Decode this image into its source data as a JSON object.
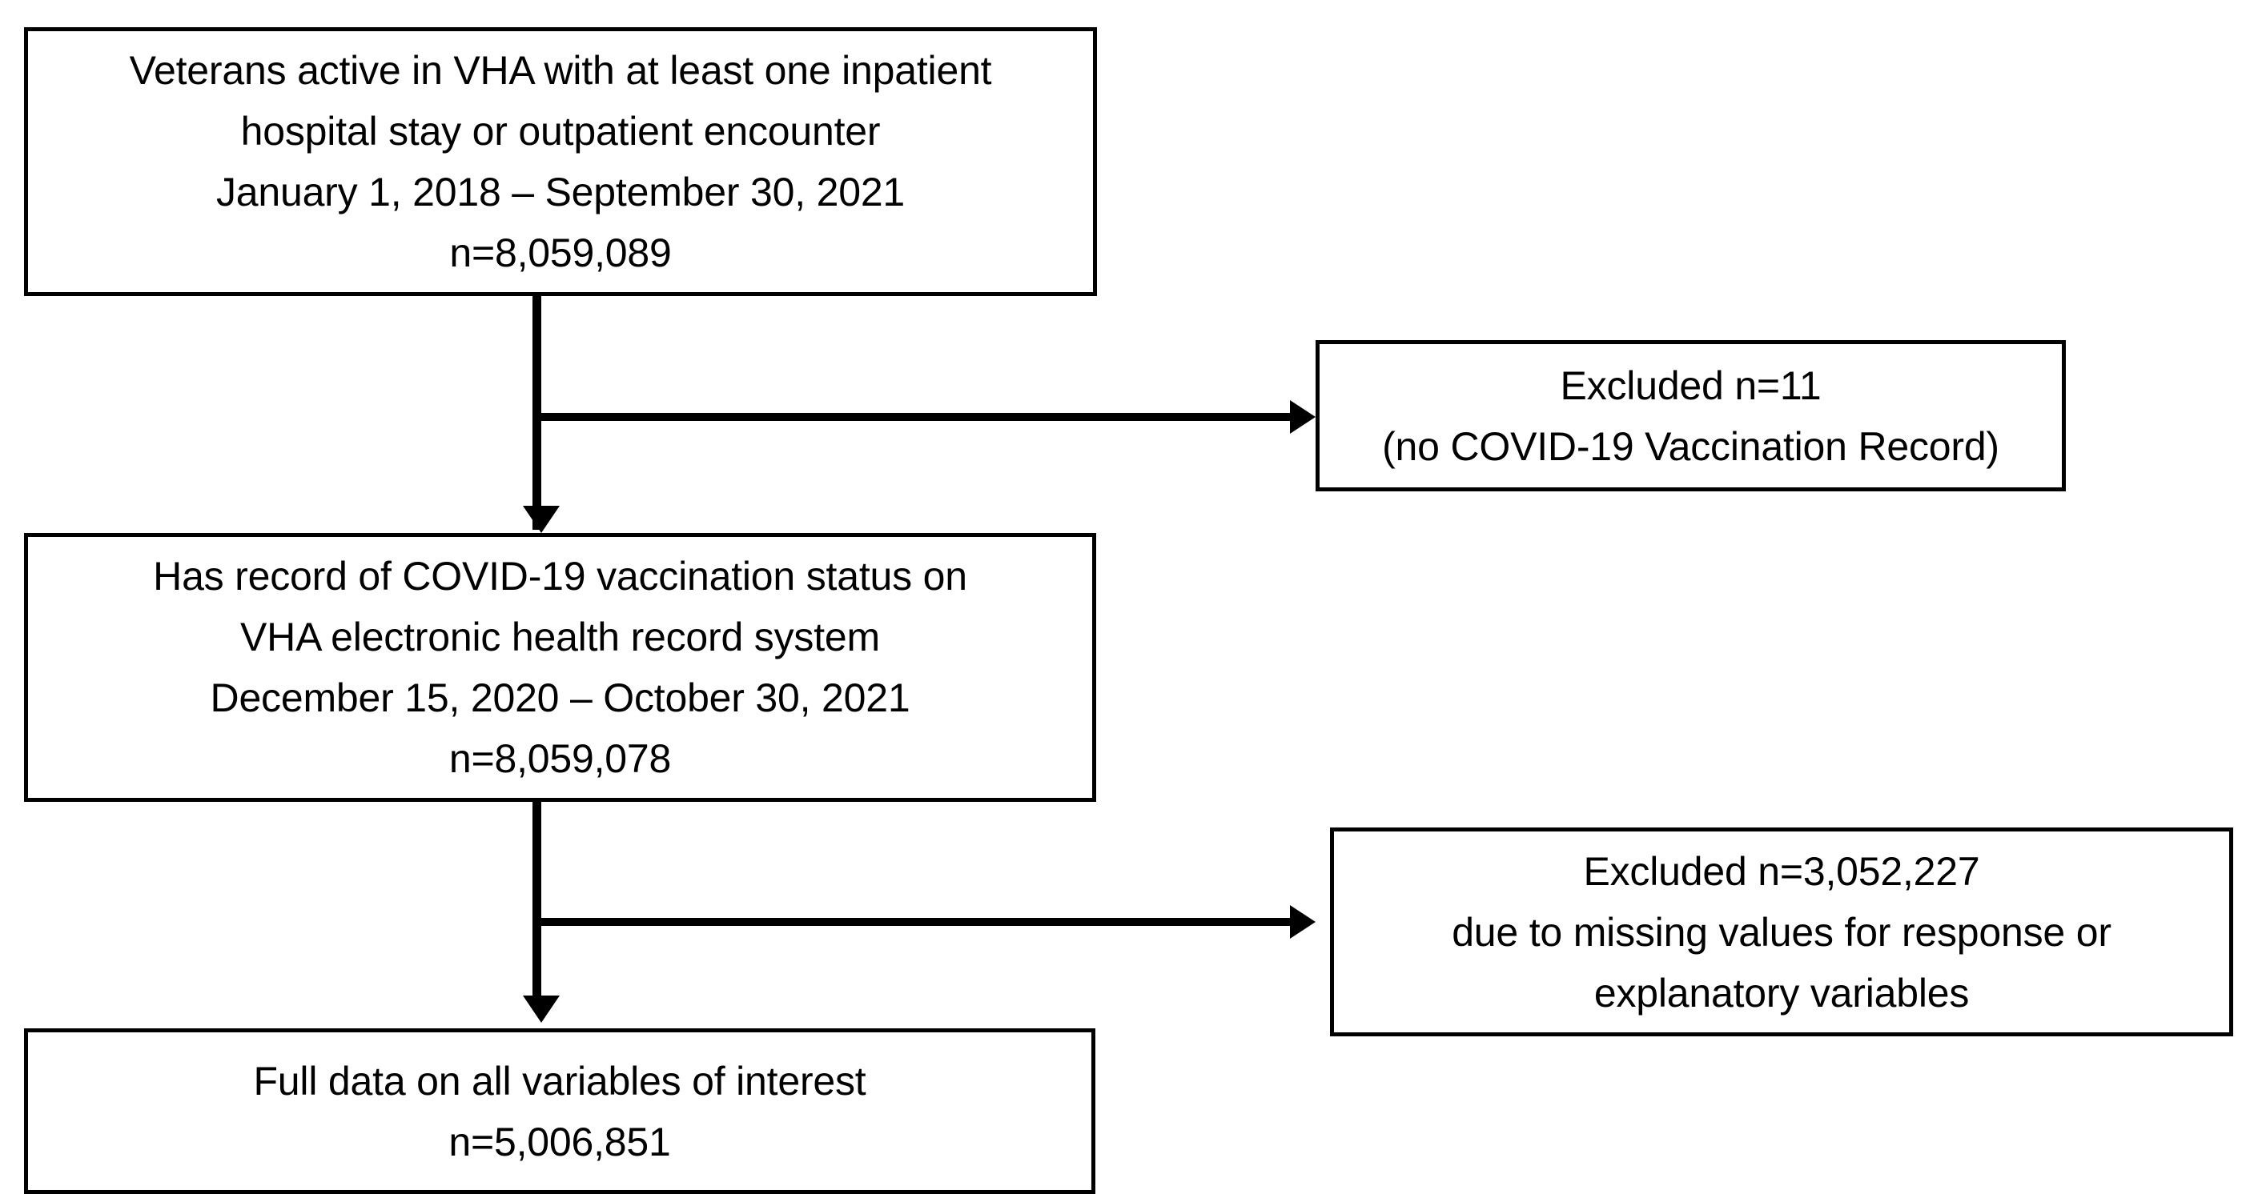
{
  "diagram": {
    "type": "flowchart",
    "title": "Study cohort selection flow diagram",
    "orientation": "top-to-bottom with right-side exclusion branches",
    "colors": {
      "box_border": "#000000",
      "box_fill": "#ffffff",
      "connector": "#000000",
      "text": "#000000"
    },
    "nodes": [
      {
        "id": "cohort",
        "role": "inclusion",
        "lines": [
          "Veterans active in VHA with at least one inpatient",
          "hospital stay or outpatient encounter",
          "January 1, 2018 – September 30, 2021",
          "n=8,059,089"
        ]
      },
      {
        "id": "excluded-1",
        "role": "exclusion",
        "lines": [
          "Excluded n=11",
          "(no COVID-19 Vaccination Record)"
        ]
      },
      {
        "id": "vaxrecord",
        "role": "inclusion",
        "lines": [
          "Has record of COVID-19 vaccination status on",
          "VHA electronic health record system",
          "December 15, 2020 – October 30, 2021",
          "n=8,059,078"
        ]
      },
      {
        "id": "excluded-2",
        "role": "exclusion",
        "lines": [
          "Excluded n=3,052,227",
          "due to missing values for response or",
          "explanatory variables"
        ]
      },
      {
        "id": "fulldata",
        "role": "inclusion",
        "lines": [
          "Full data on all variables of interest",
          "n=5,006,851"
        ]
      }
    ],
    "connectors": [
      {
        "id": "stem-1",
        "from": "cohort",
        "to": "vaxrecord",
        "direction": "down"
      },
      {
        "id": "branch-1",
        "from": "cohort",
        "to": "excluded-1",
        "direction": "right"
      },
      {
        "id": "stem-2",
        "from": "vaxrecord",
        "to": "fulldata",
        "direction": "down"
      },
      {
        "id": "branch-2",
        "from": "vaxrecord",
        "to": "excluded-2",
        "direction": "right"
      }
    ]
  }
}
